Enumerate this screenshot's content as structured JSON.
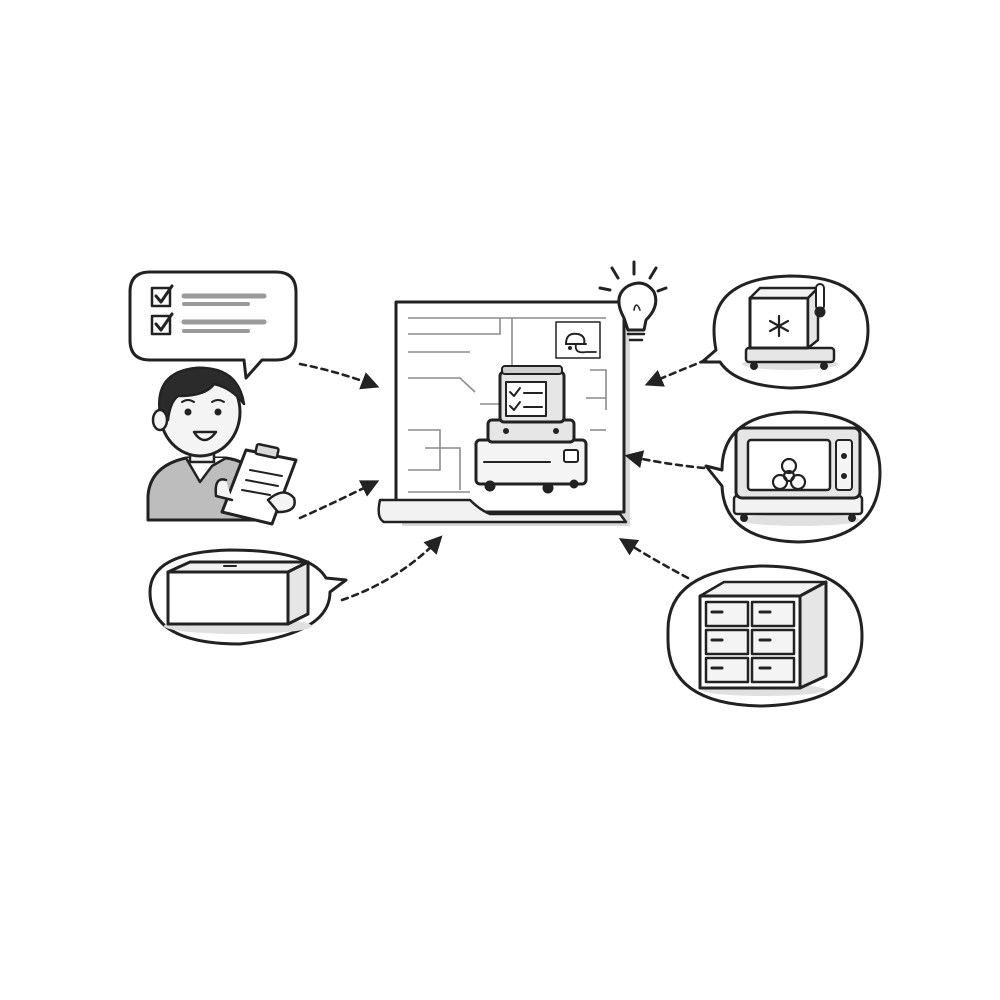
{
  "diagram": {
    "nodes": [
      {
        "id": "person",
        "kind": "person-with-clipboard",
        "icon": "person-clipboard-icon"
      },
      {
        "id": "checklist",
        "kind": "speech-bubble",
        "icon": "checklist-icon",
        "checked_items": 2
      },
      {
        "id": "box",
        "kind": "speech-bubble",
        "icon": "box-icon"
      },
      {
        "id": "screen",
        "kind": "display",
        "icon": "robot-cart-icon"
      },
      {
        "id": "idea",
        "kind": "lightbulb",
        "icon": "lightbulb-icon"
      },
      {
        "id": "cold",
        "kind": "speech-bubble",
        "icon": "refrigerated-cart-icon"
      },
      {
        "id": "biohazard",
        "kind": "speech-bubble",
        "icon": "biohazard-cart-icon"
      },
      {
        "id": "cabinet",
        "kind": "speech-bubble",
        "icon": "drawer-cabinet-icon"
      }
    ],
    "edges": [
      {
        "from": "checklist",
        "to": "screen",
        "style": "dashed-arrow"
      },
      {
        "from": "person",
        "to": "screen",
        "style": "dashed-arrow"
      },
      {
        "from": "box",
        "to": "screen",
        "style": "dashed-arrow"
      },
      {
        "from": "cold",
        "to": "screen",
        "style": "dashed-arrow"
      },
      {
        "from": "biohazard",
        "to": "screen",
        "style": "dashed-arrow"
      },
      {
        "from": "cabinet",
        "to": "screen",
        "style": "dashed-arrow"
      }
    ],
    "colors": {
      "ink": "#222222",
      "fill": "#ffffff",
      "shade": "#e6e6e6",
      "skin": "#f4f4f4",
      "hair": "#2b2b2b",
      "shirt": "#bdbdbd"
    }
  }
}
